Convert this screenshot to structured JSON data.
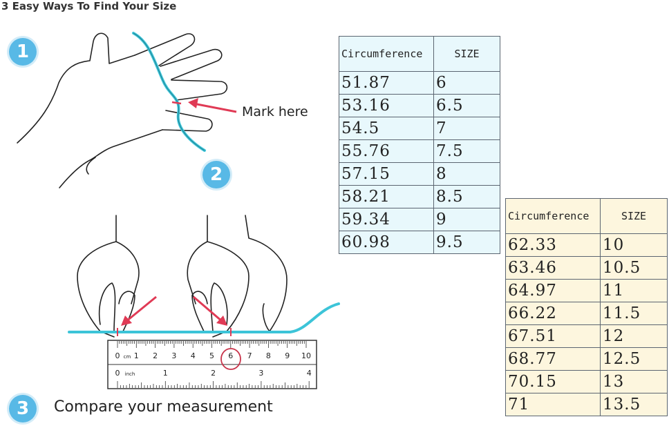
{
  "title": "3 Easy Ways To Find Your Size",
  "steps": {
    "one": "1",
    "two": "2",
    "three": "3"
  },
  "mark_label": "Mark here",
  "compare_label": "Compare your measurement",
  "ruler": {
    "cm_unit": "cm",
    "inch_unit": "inch",
    "cm_ticks": [
      "0",
      "1",
      "2",
      "3",
      "4",
      "5",
      "6",
      "7",
      "8",
      "9",
      "10"
    ],
    "inch_ticks": [
      "0",
      "1",
      "2",
      "3",
      "4"
    ],
    "circled_value": "6"
  },
  "colors": {
    "cord": "#3cc4d8",
    "arrow": "#e03a55",
    "badge": "#58b9e6",
    "table1_bg": "#e8f8fc",
    "table2_bg": "#fdf6de"
  },
  "table1": {
    "headers": [
      "Circumference",
      "SIZE"
    ],
    "rows": [
      [
        "51.87",
        "6"
      ],
      [
        "53.16",
        "6.5"
      ],
      [
        "54.5",
        "7"
      ],
      [
        "55.76",
        "7.5"
      ],
      [
        "57.15",
        "8"
      ],
      [
        "58.21",
        "8.5"
      ],
      [
        "59.34",
        "9"
      ],
      [
        "60.98",
        "9.5"
      ]
    ]
  },
  "table2": {
    "headers": [
      "Circumference",
      "SIZE"
    ],
    "rows": [
      [
        "62.33",
        "10"
      ],
      [
        "63.46",
        "10.5"
      ],
      [
        "64.97",
        "11"
      ],
      [
        "66.22",
        "11.5"
      ],
      [
        "67.51",
        "12"
      ],
      [
        "68.77",
        "12.5"
      ],
      [
        "70.15",
        "13"
      ],
      [
        "71",
        "13.5"
      ]
    ]
  }
}
